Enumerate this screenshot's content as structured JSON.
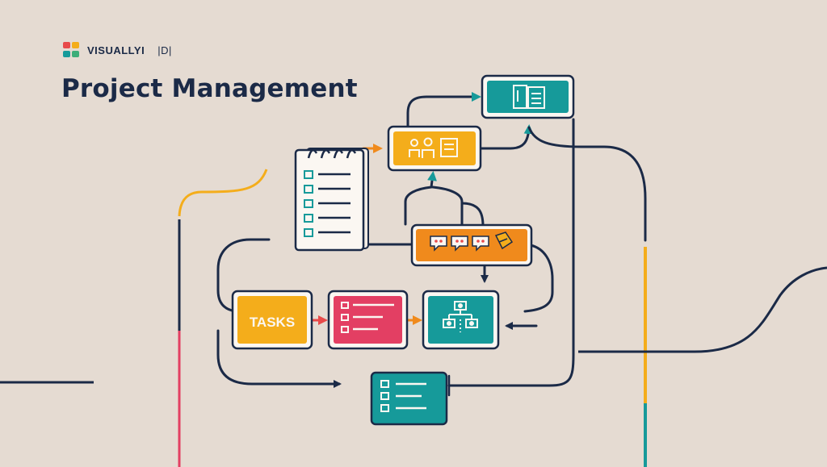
{
  "brand": {
    "name": "VISUALLYI",
    "suffix": "|D|"
  },
  "title": "Project Management",
  "nodes": {
    "tasks_label": "TASKS"
  },
  "colors": {
    "background": "#e5dbd2",
    "navy": "#1b2a47",
    "teal": "#169a9a",
    "orange": "#f08a1c",
    "yellow": "#f4ad1b",
    "pink": "#e33f63",
    "coral": "#e84a4a",
    "green": "#3cae79"
  },
  "icons": [
    "logo-icon",
    "notepad-checklist-icon",
    "team-people-icon",
    "document-icon",
    "speech-bubbles-icon",
    "checklist-icon",
    "org-chart-icon"
  ]
}
